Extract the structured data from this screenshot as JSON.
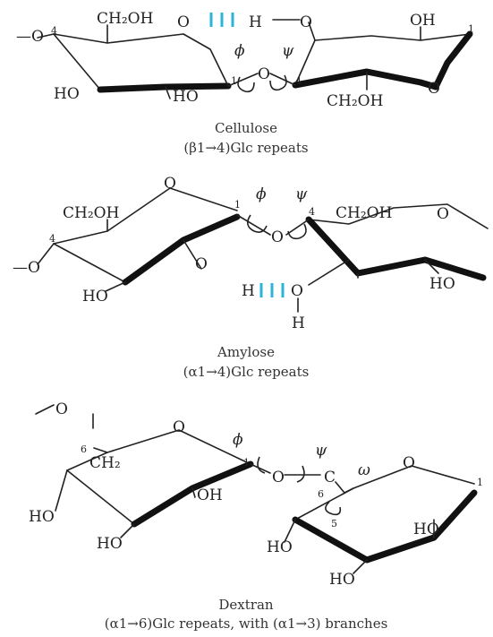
{
  "molecules": [
    {
      "name": "Cellulose",
      "linkage": "(β1→4)Glc repeats"
    },
    {
      "name": "Amylose",
      "linkage": "(α1→4)Glc repeats"
    },
    {
      "name": "Dextran",
      "linkage": "(α1→6)Glc repeats, with (α1→3) branches"
    }
  ],
  "labels": {
    "ch2oh": "CH₂OH",
    "ch2": "CH₂",
    "oh": "OH",
    "ho": "HO",
    "o": "O",
    "h": "H",
    "c": "C",
    "phi": "ϕ",
    "psi": "ψ",
    "omega": "ω",
    "n1": "1",
    "n4": "4",
    "n5": "5",
    "n6": "6",
    "dash_o": "—O"
  },
  "colors": {
    "hydrogen_bond": "#2bb5d8",
    "ink": "#222222"
  }
}
